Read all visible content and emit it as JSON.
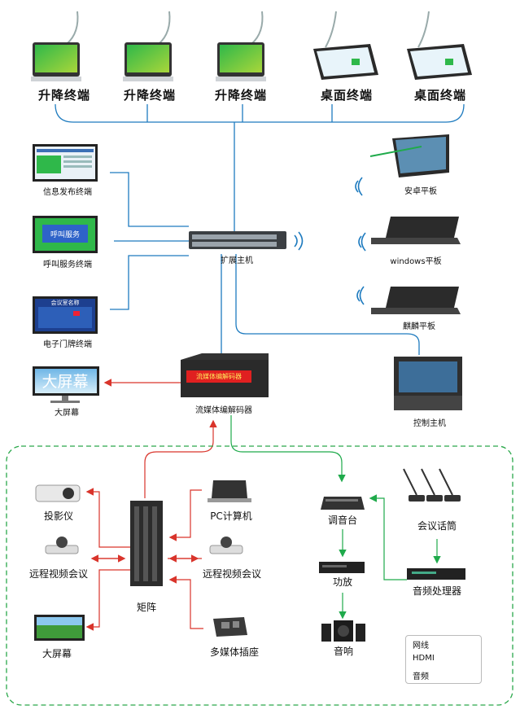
{
  "terminals": [
    "升降终端",
    "升降终端",
    "升降终端",
    "桌面终端",
    "桌面终端"
  ],
  "left_devices": {
    "info": "信息发布终端",
    "call": "呼叫服务终端",
    "door": "电子门牌终端",
    "bigscreen_top": "大屏幕"
  },
  "screens": {
    "call_screen_text": "呼叫服务",
    "door_screen_title": "会议室名称",
    "bigscreen_text": "大屏幕"
  },
  "center": {
    "switch": "扩展主机",
    "encoder": "流媒体编解码器",
    "encoder_panel_text": "流媒体编解码器"
  },
  "right_devices": {
    "android": "安卓平板",
    "windows": "windows平板",
    "kylin": "麒麟平板",
    "control": "控制主机"
  },
  "bottom_left": {
    "projector": "投影仪",
    "video_conf_left": "远程视频会议",
    "bigscreen": "大屏幕",
    "pc": "PC计算机",
    "video_conf_right": "远程视频会议",
    "multimedia": "多媒体插座",
    "matrix": "矩阵"
  },
  "bottom_right": {
    "mixer": "调音台",
    "amp": "功放",
    "speaker": "音响",
    "mic": "会议话筒",
    "processor": "音频处理器"
  },
  "legend": {
    "network": "网线",
    "hdmi": "HDMI",
    "audio": "音频"
  },
  "colors": {
    "network": "#1e7bbf",
    "hdmi": "#d9342b",
    "audio": "#1faa4b",
    "dashed_border": "#2aa84a"
  }
}
